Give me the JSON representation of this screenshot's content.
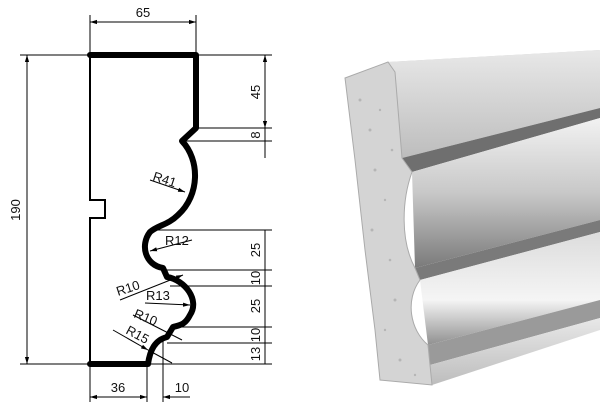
{
  "drawing": {
    "width_label": "65",
    "height_label": "190",
    "right_dims": [
      "45",
      "8",
      "25",
      "10",
      "25",
      "10",
      "13"
    ],
    "radii": [
      "R41",
      "R12",
      "R10",
      "R13",
      "R10",
      "R15"
    ],
    "bottom_dims": [
      "36",
      "10"
    ]
  },
  "render": {
    "colors": {
      "face": "#d9d9d9",
      "shadow": "#8a8a8a",
      "foam": "#cfcfcf"
    }
  }
}
